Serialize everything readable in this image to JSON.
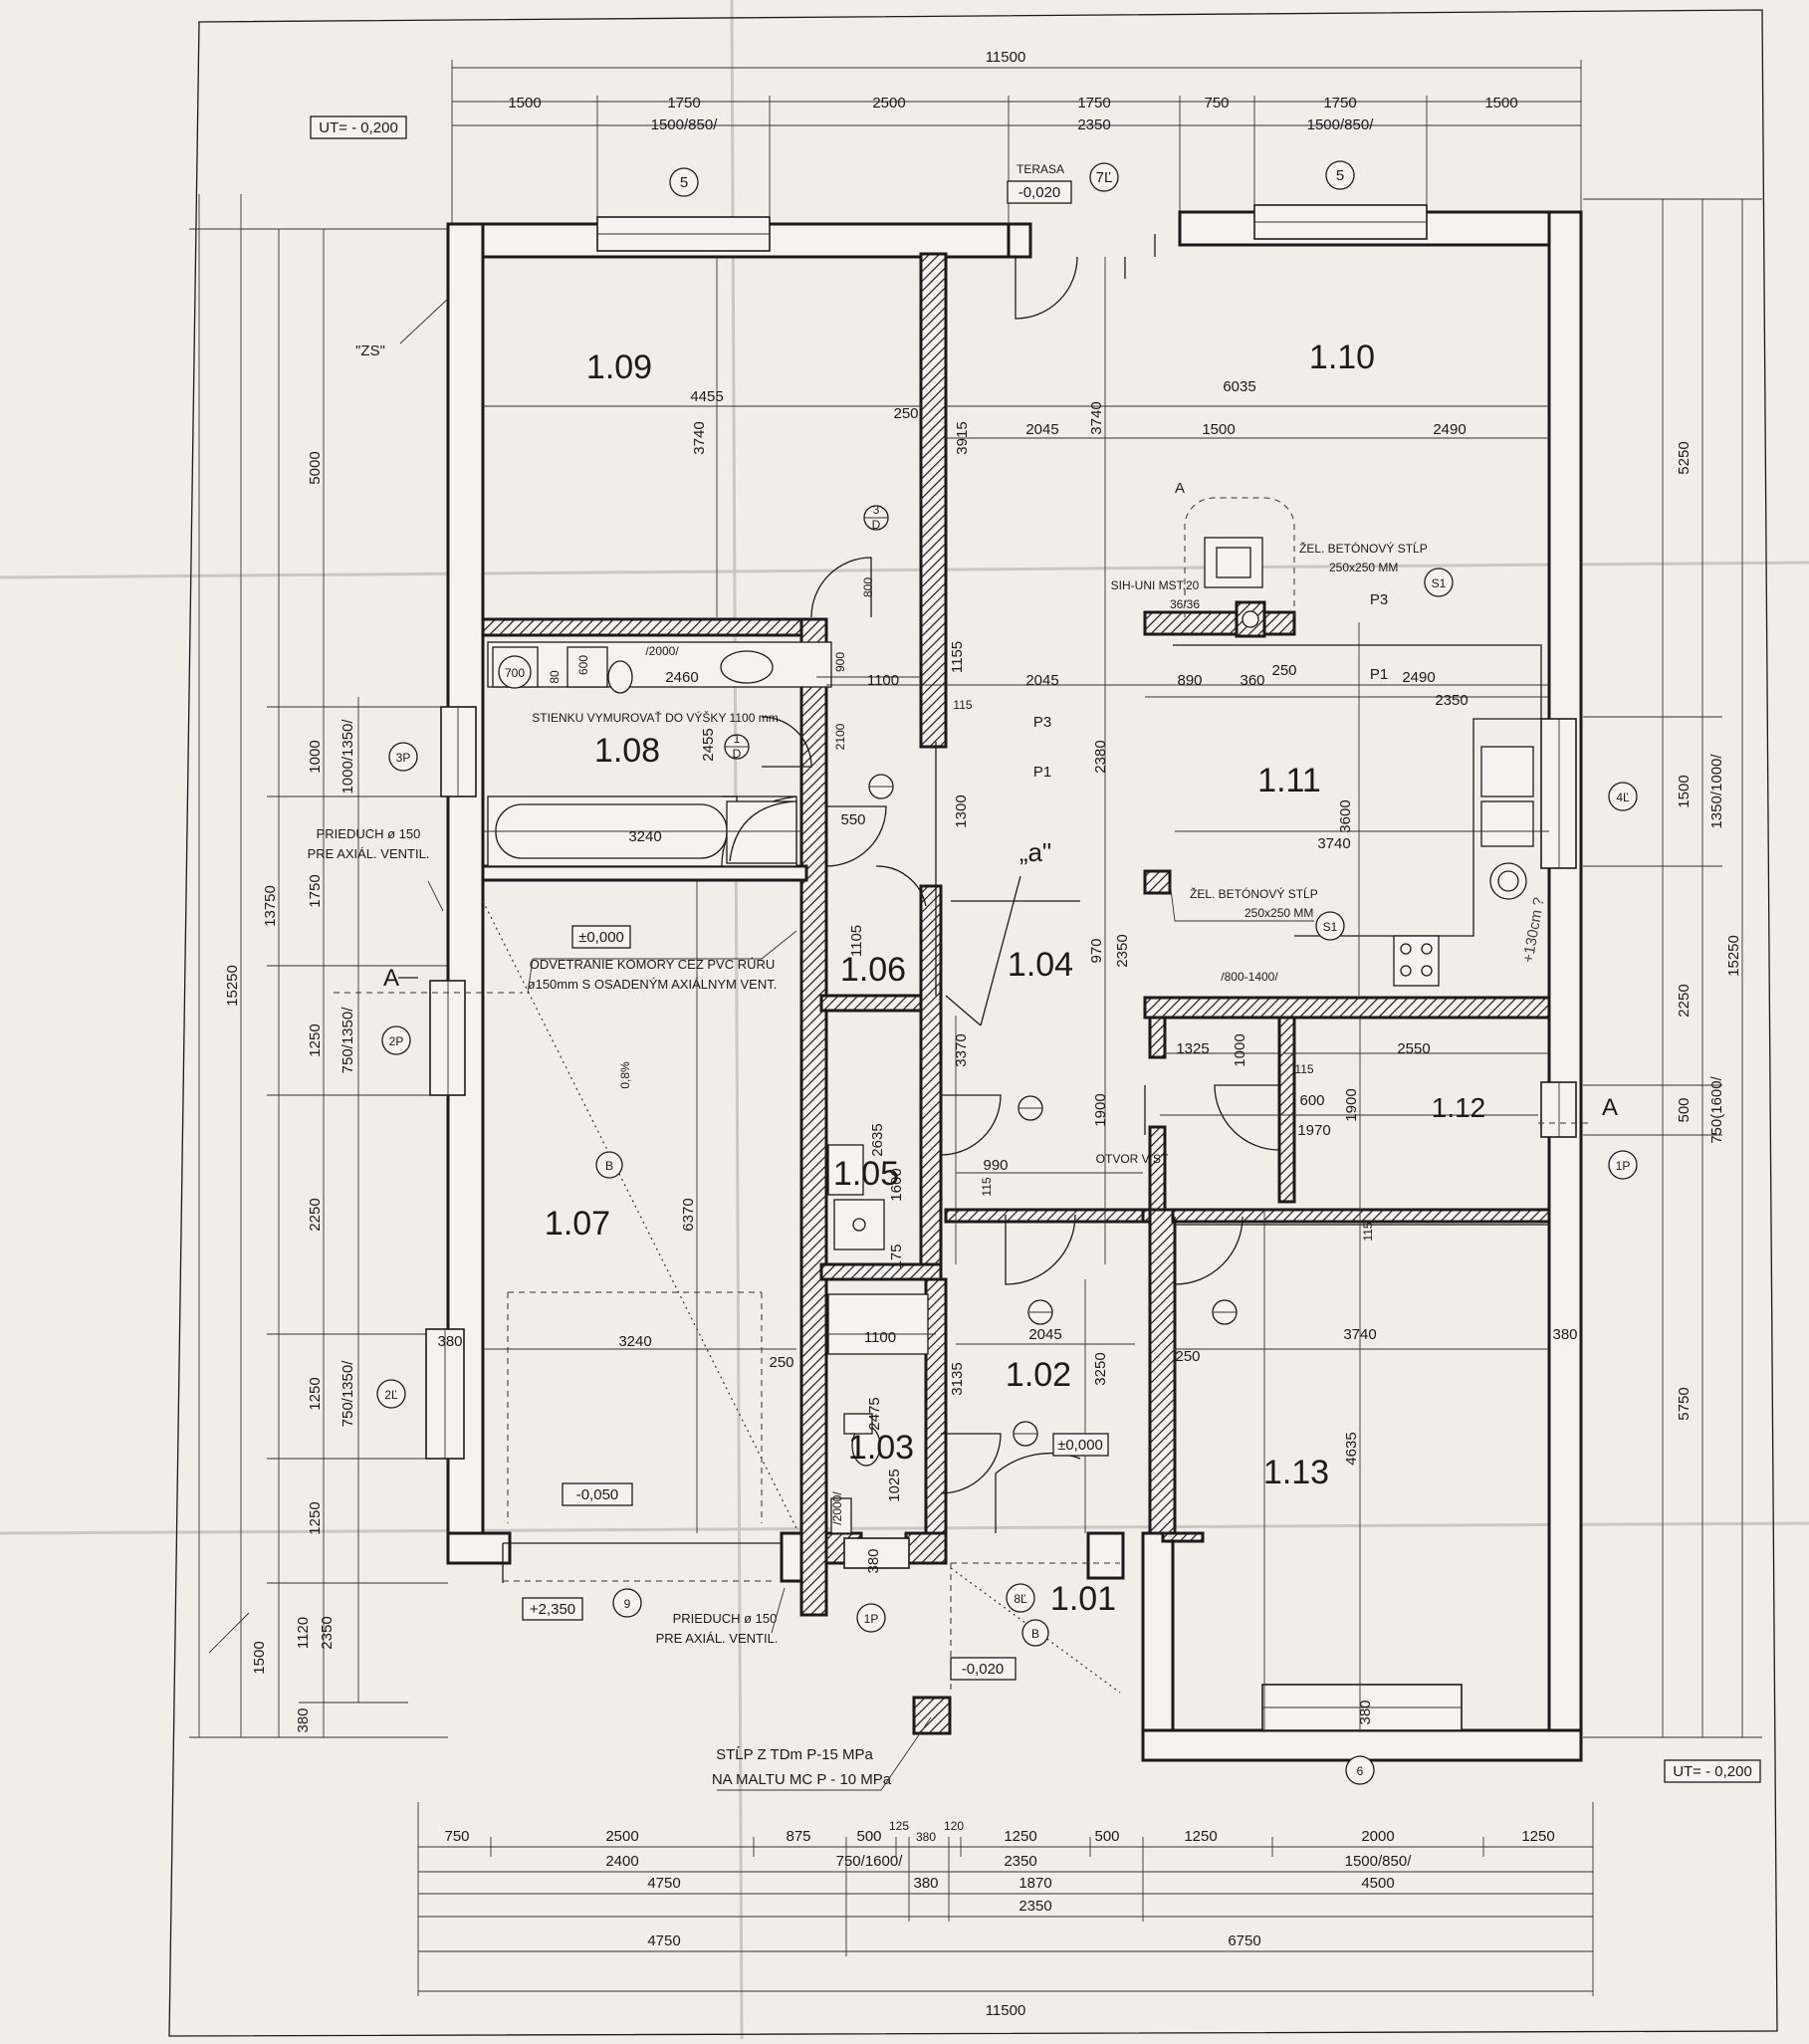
{
  "rooms": {
    "r109": "1.09",
    "r110": "1.10",
    "r111": "1.11",
    "r108": "1.08",
    "r106": "1.06",
    "r104": "1.04",
    "r107": "1.07",
    "r105": "1.05",
    "r112": "1.12",
    "r102": "1.02",
    "r103": "1.03",
    "r113": "1.13",
    "r101": "1.01"
  },
  "levels": {
    "ut_top": "UT= - 0,200",
    "ut_bottom": "UT= - 0,200",
    "terrace": "-0,020",
    "terrace_label": "TERASA",
    "room107": "±0,000",
    "room107_b": "-0,050",
    "room102": "±0,000",
    "entrance": "-0,020",
    "outside": "+2,350"
  },
  "top_dims": {
    "total": "11500",
    "r1": [
      "1500",
      "1750",
      "2500",
      "1750",
      "750",
      "1750",
      "1500"
    ],
    "r2": [
      "1500/850/",
      "2350",
      "1500/850/"
    ]
  },
  "bottom_dims": {
    "r1": [
      "750",
      "2500",
      "875",
      "500",
      "125",
      "380",
      "120",
      "1250",
      "500",
      "1250",
      "2000",
      "1250"
    ],
    "r2": [
      "2400",
      "750/1600/",
      "2350",
      "1500/850/"
    ],
    "r3": [
      "4750",
      "380",
      "1870",
      "4500"
    ],
    "r4": [
      "2350"
    ],
    "r5": [
      "4750",
      "6750"
    ],
    "total": "11500"
  },
  "left_dims": {
    "outer": "15250",
    "second": "13750",
    "third": [
      "5000",
      "1000",
      "1750",
      "1250",
      "2250",
      "1250",
      "1250",
      "1500"
    ],
    "fourth": [
      "1000/1350/",
      "750/1350/",
      "750/1350/",
      "1120",
      "2350",
      "380"
    ]
  },
  "right_dims": {
    "outer": "15250",
    "a": [
      "5250",
      "1500",
      "2250",
      "500",
      "5750"
    ],
    "b": [
      "1350/1000/",
      "750(1600/"
    ]
  },
  "interior_dims": {
    "d4455": "4455",
    "d6035": "6035",
    "d3740a": "3740",
    "d3740b": "3740",
    "d250a": "250",
    "d3915": "3915",
    "d2045a": "2045",
    "d1500": "1500",
    "d2490a": "2490",
    "d2460": "2460",
    "d2000": "/2000/",
    "d1100a": "1100",
    "d2045b": "2045",
    "d890": "890",
    "d360": "360",
    "d250b": "250",
    "d2490b": "2490",
    "d2350": "2350",
    "d1155": "1155",
    "d2455": "2455",
    "d3240a": "3240",
    "d550": "550",
    "d1300": "1300",
    "d2380": "2380",
    "d3600": "3600",
    "d3740c": "3740",
    "d1105": "1105",
    "d970": "970",
    "d2350b": "2350",
    "d3370": "3370",
    "d1325": "1325",
    "d2550": "2550",
    "d1000": "1000",
    "d1900a": "1900",
    "d1900b": "1900",
    "d6370": "6370",
    "d2635": "2635",
    "d1600": "1600",
    "d990": "990",
    "d175": "175",
    "d3240b": "3240",
    "d1100b": "1100",
    "d2045c": "2045",
    "d3740d": "3740",
    "d3135": "3135",
    "d3250": "3250",
    "d2475": "2475",
    "d1025": "1025",
    "d4635": "4635",
    "d380a": "380",
    "d380b": "380",
    "d380c": "380",
    "d380d": "380",
    "d250c": "250",
    "d250d": "250",
    "d115a": "115",
    "d115b": "115",
    "d115c": "115",
    "d115d": "115",
    "d600a": "600",
    "d1970": "1970",
    "d800": "800",
    "d900": "900",
    "d2100": "2100",
    "d1750": "1750",
    "d700": "700",
    "d80": "80",
    "d600b": "600",
    "d2000b": "/2000/",
    "d800b": "/800-1400/"
  },
  "markers": {
    "w5a": "5",
    "w5b": "5",
    "w7l": "7Ľ",
    "w3p": "3P",
    "w2p": "2P",
    "w2l": "2Ľ",
    "w4l": "4Ľ",
    "w1p_right": "1P",
    "w1p_bottom": "1P",
    "w9": "9",
    "w6": "6",
    "w8l": "8Ľ",
    "sB1": "B",
    "sB2": "B",
    "sA_left": "A",
    "sA_right": "A",
    "sA_kitchen": "A",
    "s1": "S1",
    "s1b": "S1",
    "p3a": "P3",
    "p1a": "P1",
    "p3b": "P3",
    "p1b": "P1",
    "d1D": "1",
    "d1Dlow": "D",
    "d3D": "3",
    "d3Dlow": "D",
    "ua": "„a\""
  },
  "notes": {
    "zs": "\"ZS\"",
    "bath_wall": "STIENKU VYMUROVAŤ DO VÝŠKY 1100 mm",
    "vent1_a": "PRIEDUCH ø 150",
    "vent1_b": "PRE AXIÁL. VENTIL.",
    "pantry_a": "ODVETRANIE KOMORY CEZ PVC RÚRU",
    "pantry_b": "ø150mm S OSADENÝM AXIÁLNYM VENT.",
    "column1_a": "ŽEL. BETÓNOVÝ STĹP",
    "column1_b": "250x250 MM",
    "column2_a": "ŽEL. BETÓNOVÝ STĹP",
    "column2_b": "250x250 MM",
    "chimney": "SIH-UNI MST.20",
    "chimney_b": "36/36",
    "opening": "OTVOR V ST",
    "slope": "0,8%",
    "vent2_a": "PRIEDUCH ø 150",
    "vent2_b": "PRE AXIÁL. VENTIL.",
    "pillar_a": "STĹP Z TDm P-15 MPa",
    "pillar_b": "NA MALTU MC P - 10 MPa",
    "handwritten": "+130cm ?"
  }
}
